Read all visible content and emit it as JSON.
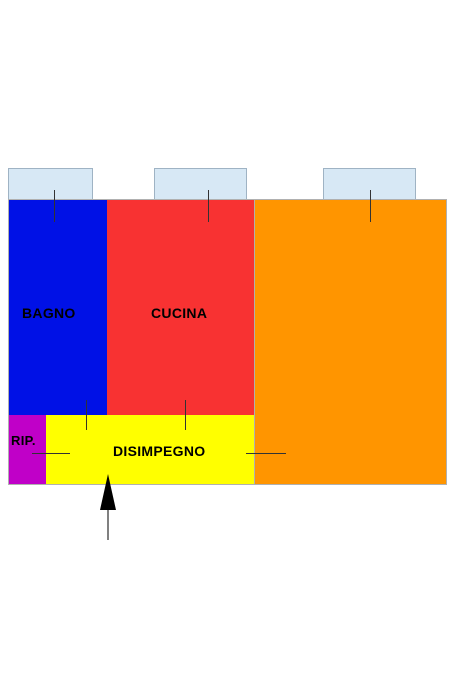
{
  "floor_plan": {
    "rooms": [
      {
        "id": "bagno",
        "label": "BAGNO",
        "color": "#0011e6"
      },
      {
        "id": "cucina",
        "label": "CUCINA",
        "color": "#f83232"
      },
      {
        "id": "soggiorno",
        "label": "",
        "color": "#ff9500"
      },
      {
        "id": "disimpegno",
        "label": "DISIMPEGNO",
        "color": "#ffff00"
      },
      {
        "id": "ripostiglio",
        "label": "RIP.",
        "color": "#c000c8"
      }
    ],
    "window_color": "#d7e8f5",
    "entrance_icon": "arrow-up-icon"
  }
}
